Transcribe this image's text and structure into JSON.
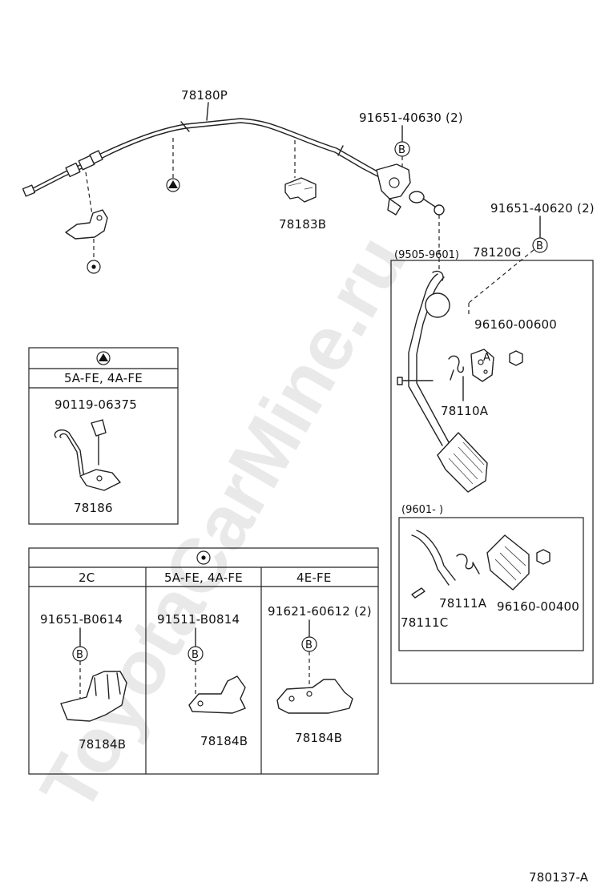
{
  "watermark": "ToyotaCarMine.ru",
  "diagram_code": "780137-A",
  "symbols": {
    "triangle_ref": "triangle-in-circle",
    "dot_ref": "dot-in-circle",
    "b_ref": "B",
    "a_ref": "A"
  },
  "top": {
    "cable_label": "78180P",
    "bracket_clip_label": "78183B",
    "bolt_label_right_top": "91651-40630 (2)",
    "bolt_label_right_mid": "91651-40620 (2)"
  },
  "pedal_box": {
    "period_label": "(9505-9601)",
    "assembly_label": "78120G",
    "nut_label": "96160-00600",
    "spring_label": "78110A"
  },
  "pedal_subbox": {
    "period_label": "(9601-        )",
    "spring_label": "78111A",
    "pin_label": "78111C",
    "nut_label": "96160-00400"
  },
  "triangle_box": {
    "engine_label": "5A-FE, 4A-FE",
    "bolt_label": "90119-06375",
    "part_label": "78186"
  },
  "dot_box": {
    "columns": [
      {
        "engine": "2C",
        "bolt": "91651-B0614",
        "part": "78184B"
      },
      {
        "engine": "5A-FE, 4A-FE",
        "bolt": "91511-B0814",
        "part": "78184B"
      },
      {
        "engine": "4E-FE",
        "bolt": "91621-60612 (2)",
        "part": "78184B"
      }
    ]
  }
}
